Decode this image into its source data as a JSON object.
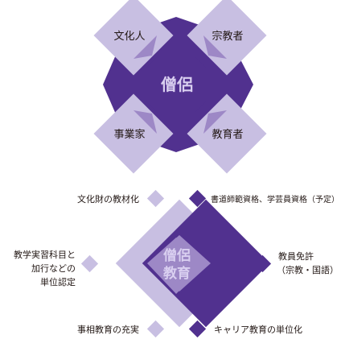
{
  "top_diagram": {
    "center": "僧侶",
    "roles": {
      "top_left": "文化人",
      "top_right": "宗教者",
      "bottom_left": "事業家",
      "bottom_right": "教育者"
    }
  },
  "bottom_diagram": {
    "center_line1": "僧侶",
    "center_line2": "教育",
    "items": {
      "top_left": "文化財の教材化",
      "top_right": "書道師範資格、学芸員資格（予定）",
      "left_line1": "教学実習科目と",
      "left_line2": "加行などの",
      "left_line3": "単位認定",
      "right_line1": "教員免許",
      "right_line2": "（宗教・国語）",
      "bottom_left": "事相教育の充実",
      "bottom_right": "キャリア教育の単位化"
    }
  },
  "colors": {
    "dark_purple": "#51318f",
    "light_purple": "#c8bfe2",
    "mid_purple": "#9d88c6",
    "text": "#231815",
    "center_text": "#d9cff0"
  }
}
